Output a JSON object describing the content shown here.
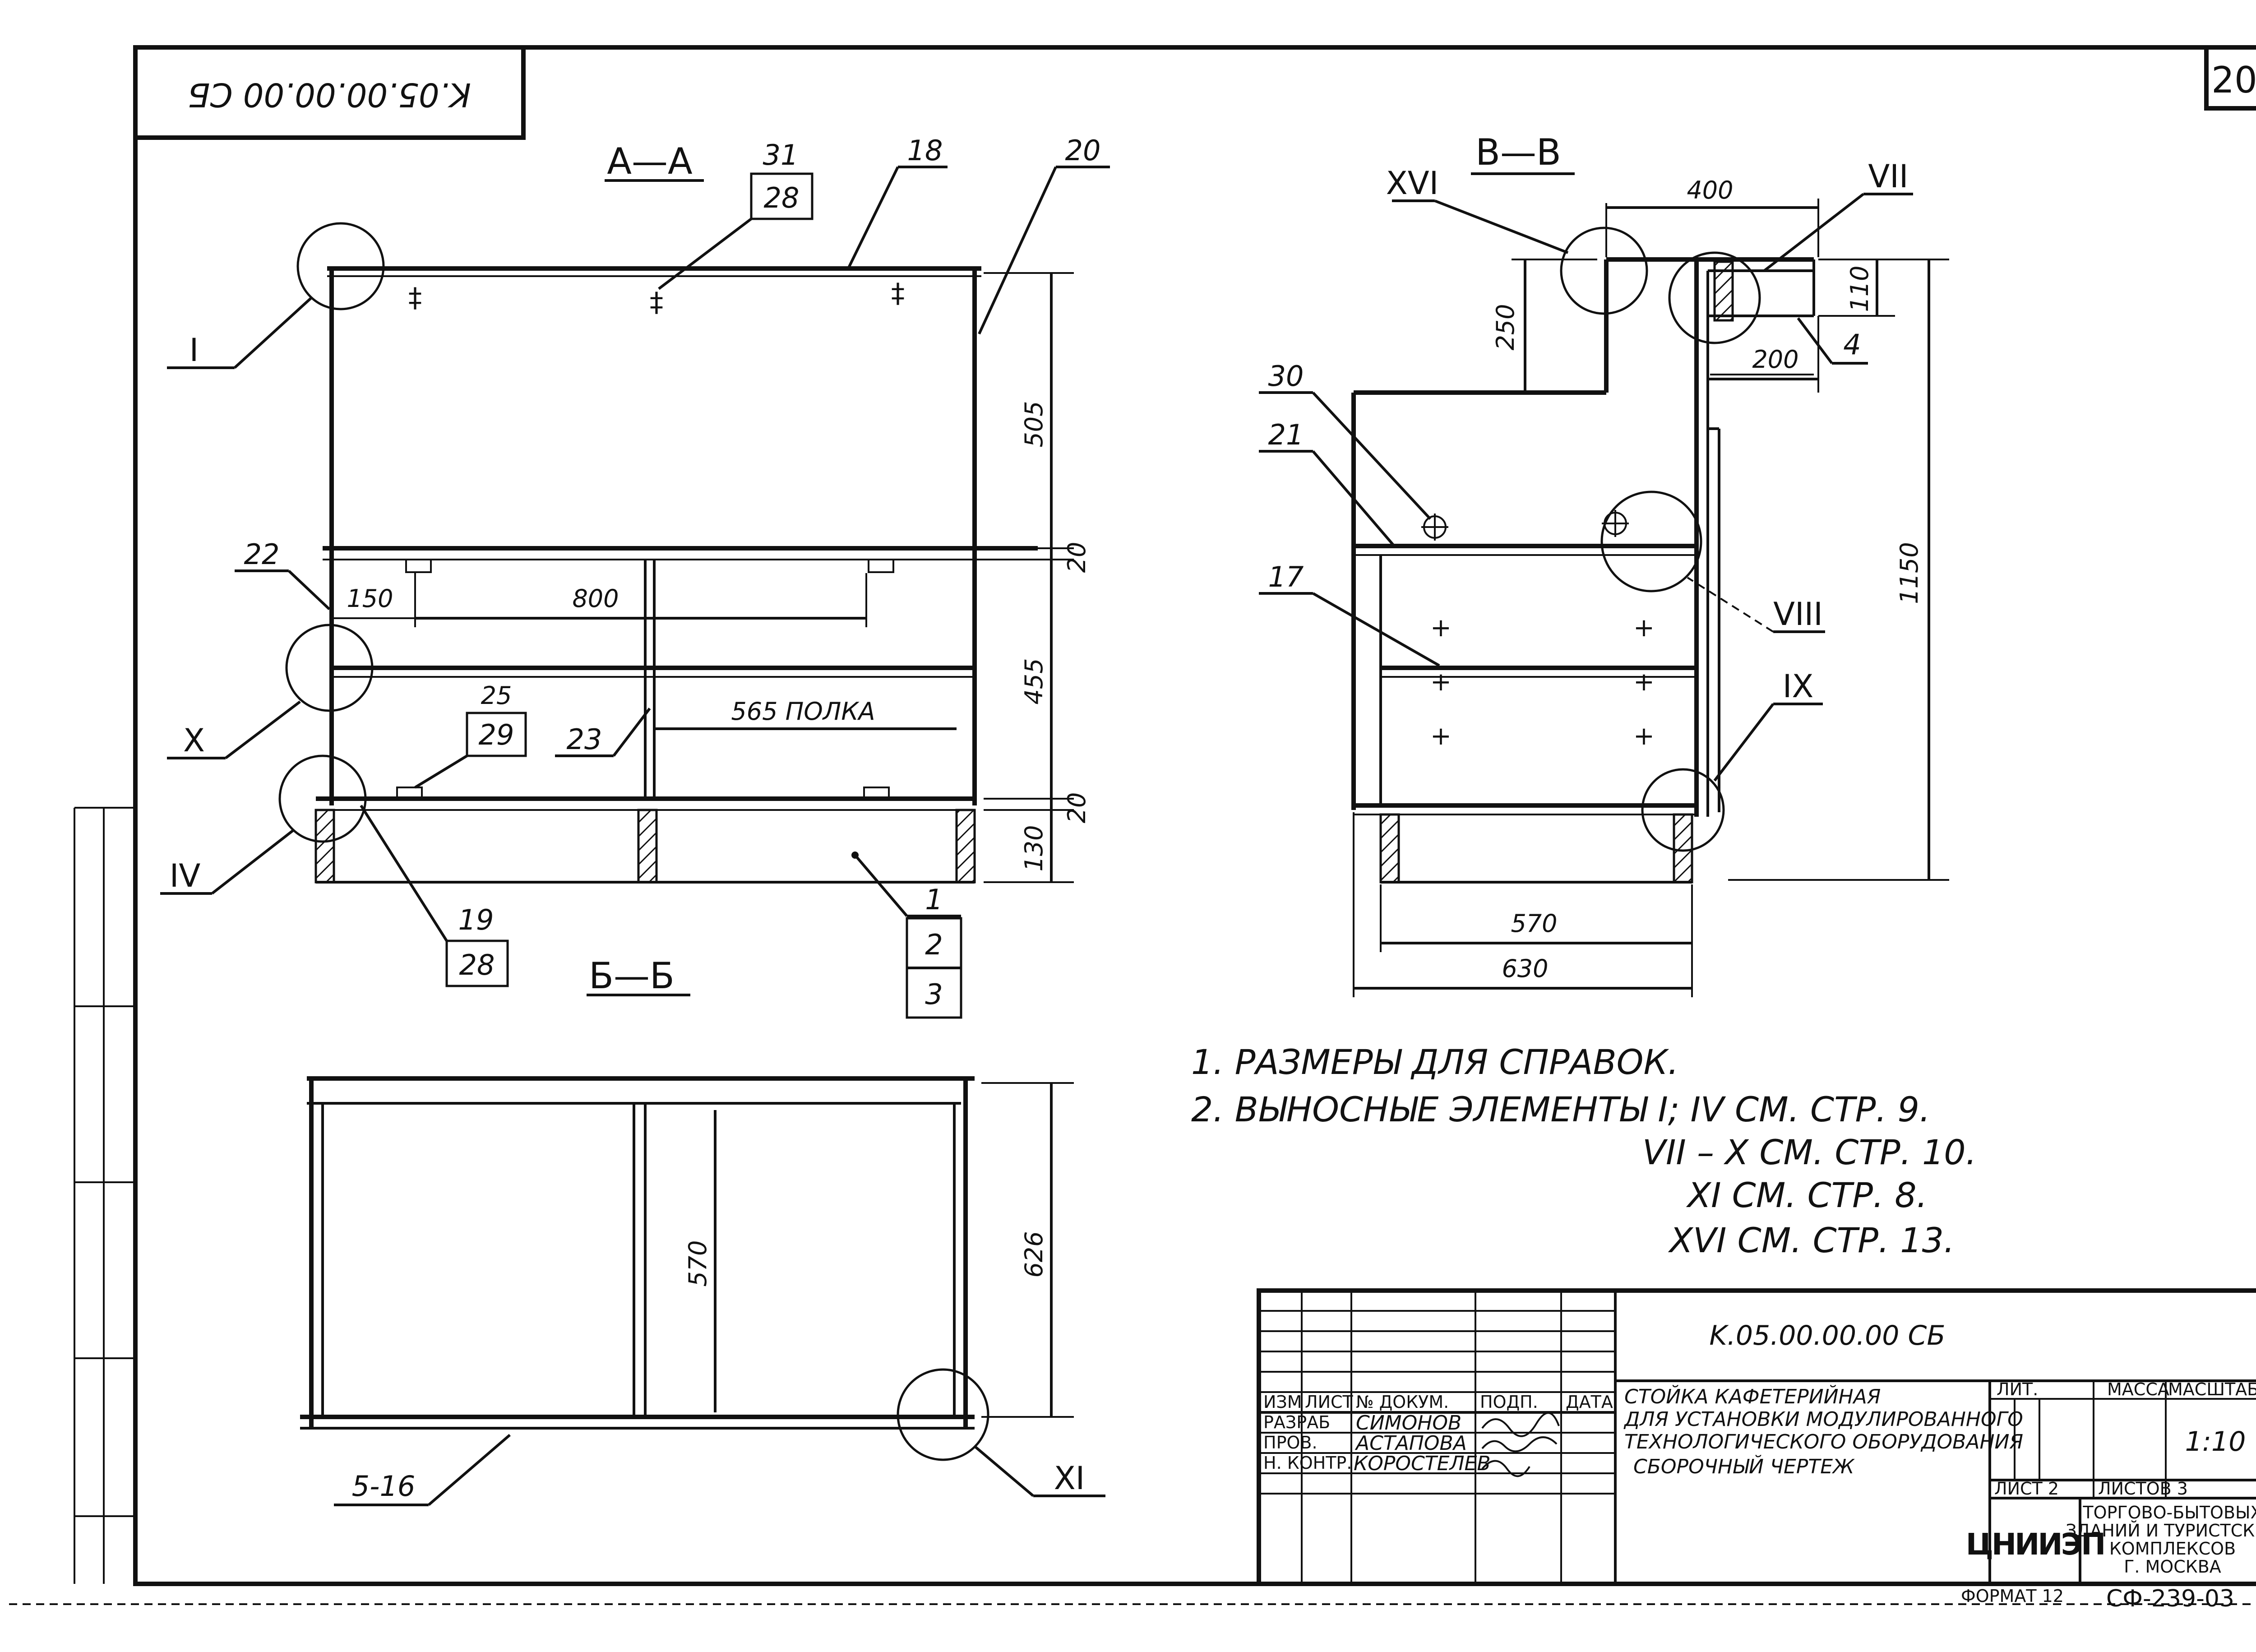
{
  "sheet": {
    "corner_code": "K.05.00.00.00 СБ",
    "sheet_number": "20",
    "format_label": "ФОРМАТ 12",
    "stamp_code": "СФ-239-03"
  },
  "view_aa": {
    "section_title": "А—А",
    "bottom_section_title": "Б—Б",
    "callouts": [
      "I",
      "X",
      "IV"
    ],
    "pos_top_num": "31",
    "pos_top_box": "28",
    "pos_18": "18",
    "pos_20": "20",
    "pos_22": "22",
    "pos_23": "23",
    "pos_25_num": "25",
    "pos_25_box": "29",
    "pos_19_num": "19",
    "pos_19_box": "28",
    "pos_1": "1",
    "pos_2": "2",
    "pos_3": "3",
    "dim_505": "505",
    "dim_20a": "20",
    "dim_455": "455",
    "dim_20b": "20",
    "dim_130": "130",
    "dim_150": "150",
    "dim_800": "800",
    "dim_shelf": "565 ПОЛКА"
  },
  "view_bb": {
    "section_title": "В—В",
    "callouts": [
      "XVI",
      "VII",
      "VIII",
      "IX"
    ],
    "pos_4": "4",
    "pos_30": "30",
    "pos_21": "21",
    "pos_17": "17",
    "dim_400": "400",
    "dim_250": "250",
    "dim_110": "110",
    "dim_200": "200",
    "dim_1150": "1150",
    "dim_570": "570",
    "dim_630": "630"
  },
  "view_plan": {
    "pos_5_16": "5-16",
    "callout": "XI",
    "dim_570": "570",
    "dim_626": "626"
  },
  "notes": {
    "line1": "1.  РАЗМЕРЫ ДЛЯ СПРАВОК.",
    "line2": "2.  ВЫНОСНЫЕ ЭЛЕМЕНТЫ  I; IV  СМ. СТР. 9.",
    "line3": "VII – X  СМ. СТР. 10.",
    "line4": "XI  СМ. СТР. 8.",
    "line5": "XVI  СМ. СТР. 13."
  },
  "title_block": {
    "doc_code": "K.05.00.00.00  СБ",
    "title_line1": "СТОЙКА КАФЕТЕРИЙНАЯ",
    "title_line2": "ДЛЯ УСТАНОВКИ МОДУЛИРОВАННОГО",
    "title_line3": "ТЕХНОЛОГИЧЕСКОГО ОБОРУДОВАНИЯ",
    "title_line4": "СБОРОЧНЫЙ ЧЕРТЕЖ",
    "hdr_izm": "ИЗМ",
    "hdr_list": "ЛИСТ",
    "hdr_doc": "№ ДОКУМ.",
    "hdr_sign": "ПОДП.",
    "hdr_date": "ДАТА",
    "role_1": "РАЗРАБ",
    "role_2": "ПРОВ.",
    "role_3": "Н. КОНТР.",
    "name_1": "СИМОНОВ",
    "name_2": "АСТАПОВА",
    "name_3": "КОРОСТЕЛЕВ",
    "lit_label": "ЛИТ.",
    "mass_label": "МАССА",
    "scale_label": "МАСШТАБ",
    "scale_value": "1:10",
    "sheet_label": "ЛИСТ 2",
    "sheets_label": "ЛИСТОВ 3",
    "org_logo": "ЦНИИЭП",
    "org_line1": "ТОРГОВО-БЫТОВЫХ",
    "org_line2": "ЗДАНИЙ И ТУРИСТСКИХ",
    "org_line3": "КОМПЛЕКСОВ",
    "org_line4": "Г. МОСКВА"
  }
}
